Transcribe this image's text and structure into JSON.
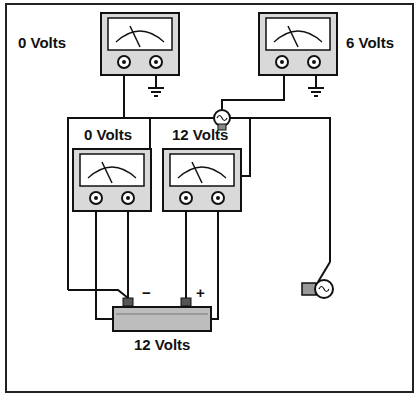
{
  "diagram": {
    "nodes": [
      {
        "text": [
          "0 Volts"
        ]
      },
      {
        "text": [
          "6 Volts"
        ]
      },
      {
        "text": [
          "0 Volts"
        ]
      },
      {
        "text": [
          "12 Volts"
        ]
      },
      {
        "text": [
          "−",
          "+",
          "12 Volts"
        ]
      }
    ],
    "edges": [
      {
        "from": 2,
        "to": 4,
        "arrow": "none"
      },
      {
        "from": 3,
        "to": 4,
        "arrow": "none"
      }
    ]
  }
}
